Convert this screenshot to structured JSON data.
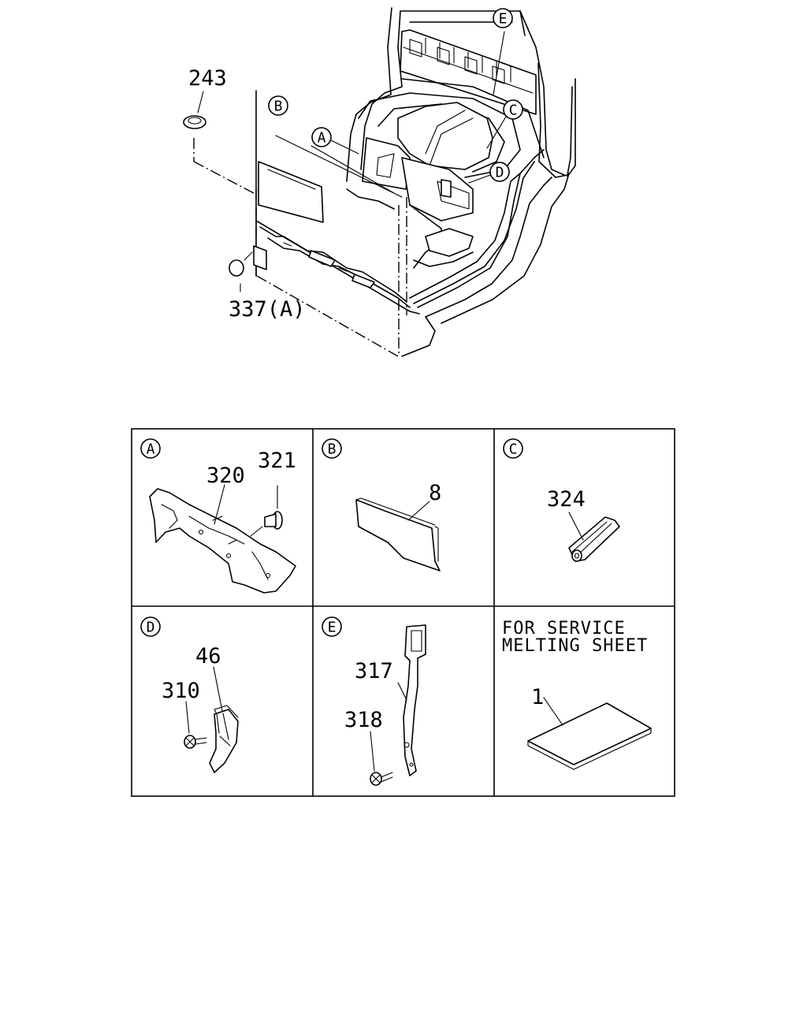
{
  "main_view": {
    "part_labels": {
      "p243": "243",
      "p337": "337(A)"
    },
    "callouts": {
      "a": "A",
      "b": "B",
      "c": "C",
      "d": "D",
      "e": "E"
    }
  },
  "detail_grid": {
    "panel_a": {
      "callout": "A",
      "labels": {
        "p320": "320",
        "p321": "321"
      }
    },
    "panel_b": {
      "callout": "B",
      "labels": {
        "p8": "8"
      }
    },
    "panel_c": {
      "callout": "C",
      "labels": {
        "p324": "324"
      }
    },
    "panel_d": {
      "callout": "D",
      "labels": {
        "p46": "46",
        "p310": "310"
      }
    },
    "panel_e": {
      "callout": "E",
      "labels": {
        "p317": "317",
        "p318": "318"
      }
    },
    "panel_service": {
      "note_line1": "FOR SERVICE",
      "note_line2": "MELTING SHEET",
      "labels": {
        "p1": "1"
      }
    }
  }
}
